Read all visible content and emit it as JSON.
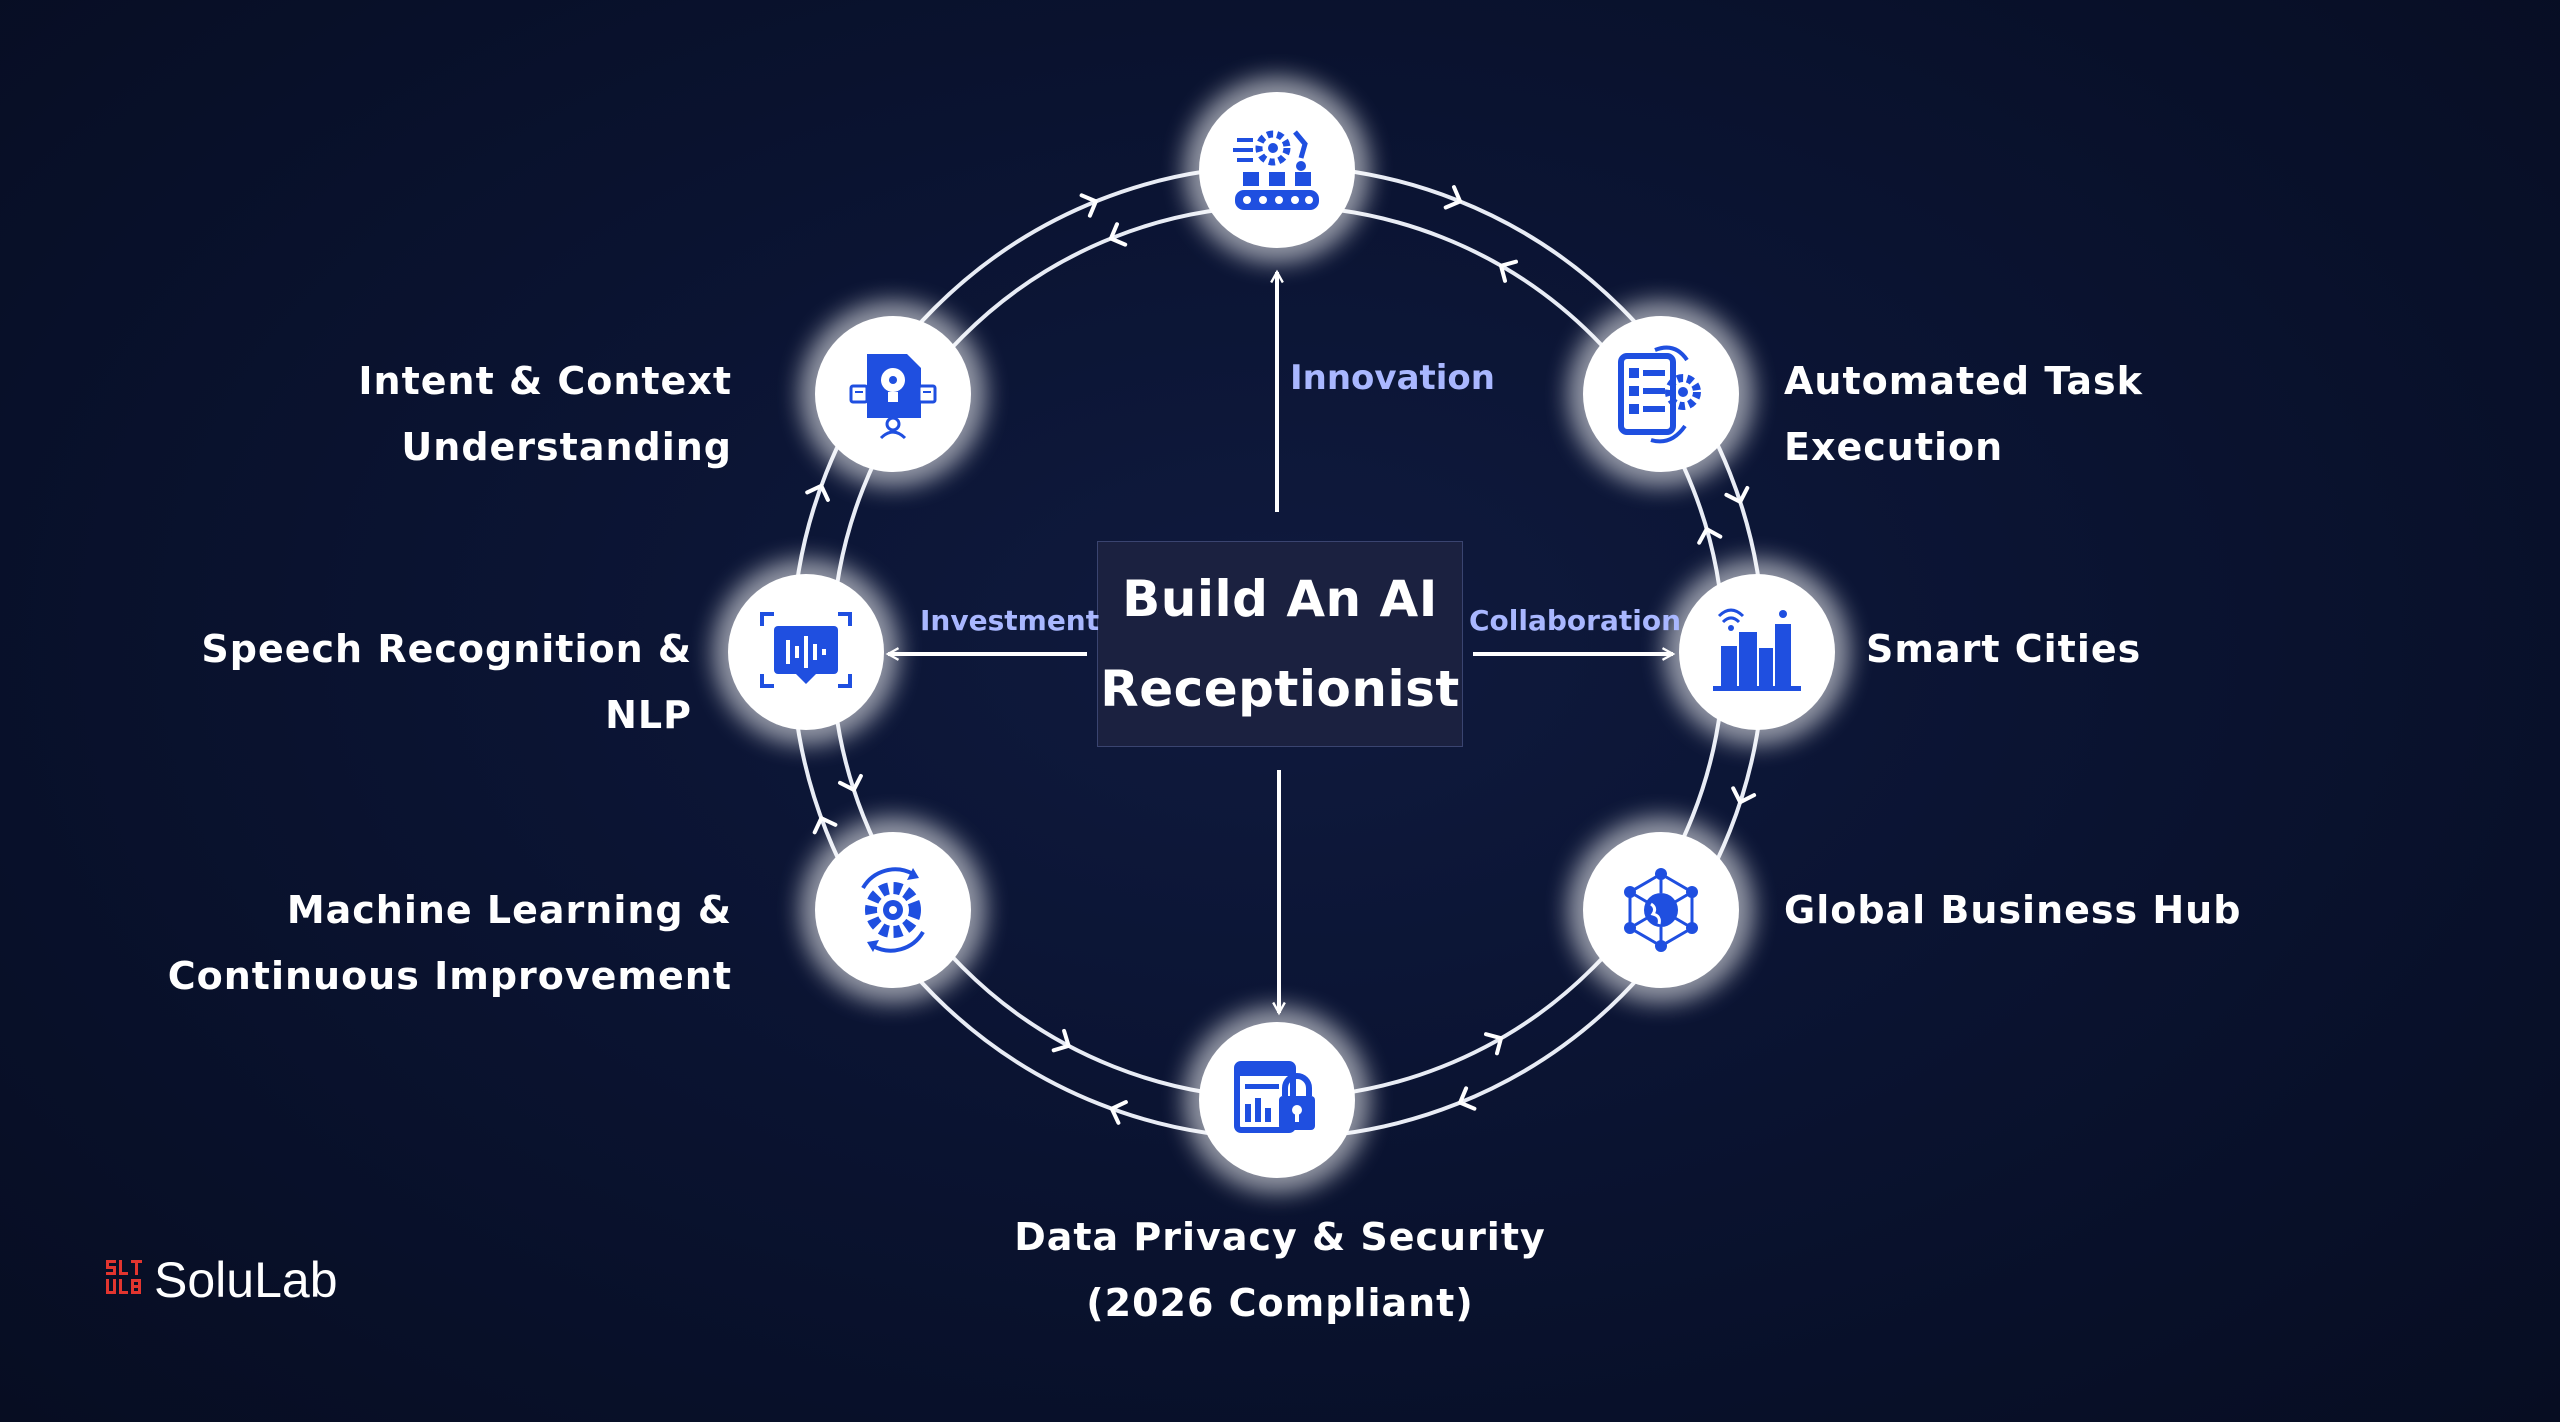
{
  "center": {
    "line1": "Build An AI",
    "line2": "Receptionist"
  },
  "relations": {
    "up": "Innovation",
    "left": "Investment",
    "right": "Collaboration"
  },
  "nodes": [
    {
      "id": "top",
      "icon": "factory-automation-icon"
    },
    {
      "id": "automated-task",
      "icon": "task-checklist-gear-icon",
      "lines": [
        "Automated Task",
        "Execution"
      ]
    },
    {
      "id": "smart-cities",
      "icon": "smart-city-icon",
      "lines": [
        "Smart Cities"
      ]
    },
    {
      "id": "global-business",
      "icon": "global-network-icon",
      "lines": [
        "Global Business Hub"
      ]
    },
    {
      "id": "data-privacy",
      "icon": "secure-data-lock-icon",
      "lines": [
        "Data Privacy & Security",
        "(2026 Compliant)"
      ]
    },
    {
      "id": "machine-learning",
      "icon": "ml-gear-cycle-icon",
      "lines": [
        "Machine Learning &",
        "Continuous Improvement"
      ]
    },
    {
      "id": "speech-recognition",
      "icon": "voice-waveform-icon",
      "lines": [
        "Speech Recognition &",
        "NLP"
      ]
    },
    {
      "id": "intent-context",
      "icon": "idea-document-icon",
      "lines": [
        "Intent & Context",
        "Understanding"
      ]
    }
  ],
  "brand": {
    "name": "SoluLab",
    "logo_icon": "solulab-logo-icon"
  },
  "colors": {
    "background": "#0b1433",
    "accent_blue": "#1f4fe0",
    "ring": "#e8ecf5",
    "relation_text": "#a9b7ff"
  }
}
